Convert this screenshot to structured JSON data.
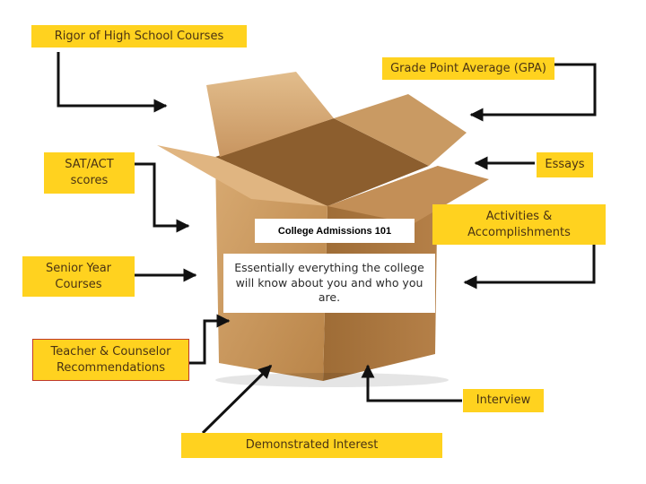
{
  "title": "College Admissions 101",
  "description": "Essentially everything the college will know about you and who you are.",
  "labels": {
    "rigor": "Rigor of High School Courses",
    "gpa": "Grade Point Average (GPA)",
    "sat": "SAT/ACT\nscores",
    "essays": "Essays",
    "activities": "Activities &\nAccomplishments",
    "senior": "Senior Year\nCourses",
    "recommendations": "Teacher & Counselor\nRecommendations",
    "interview": "Interview",
    "interest": "Demonstrated Interest"
  },
  "colors": {
    "label_fill": "#FFD21F",
    "label_text": "#4a3313",
    "arrow": "#111111",
    "box_light": "#D9AE78",
    "box_dark": "#A8763F",
    "recommendations_border": "#c0392b"
  }
}
